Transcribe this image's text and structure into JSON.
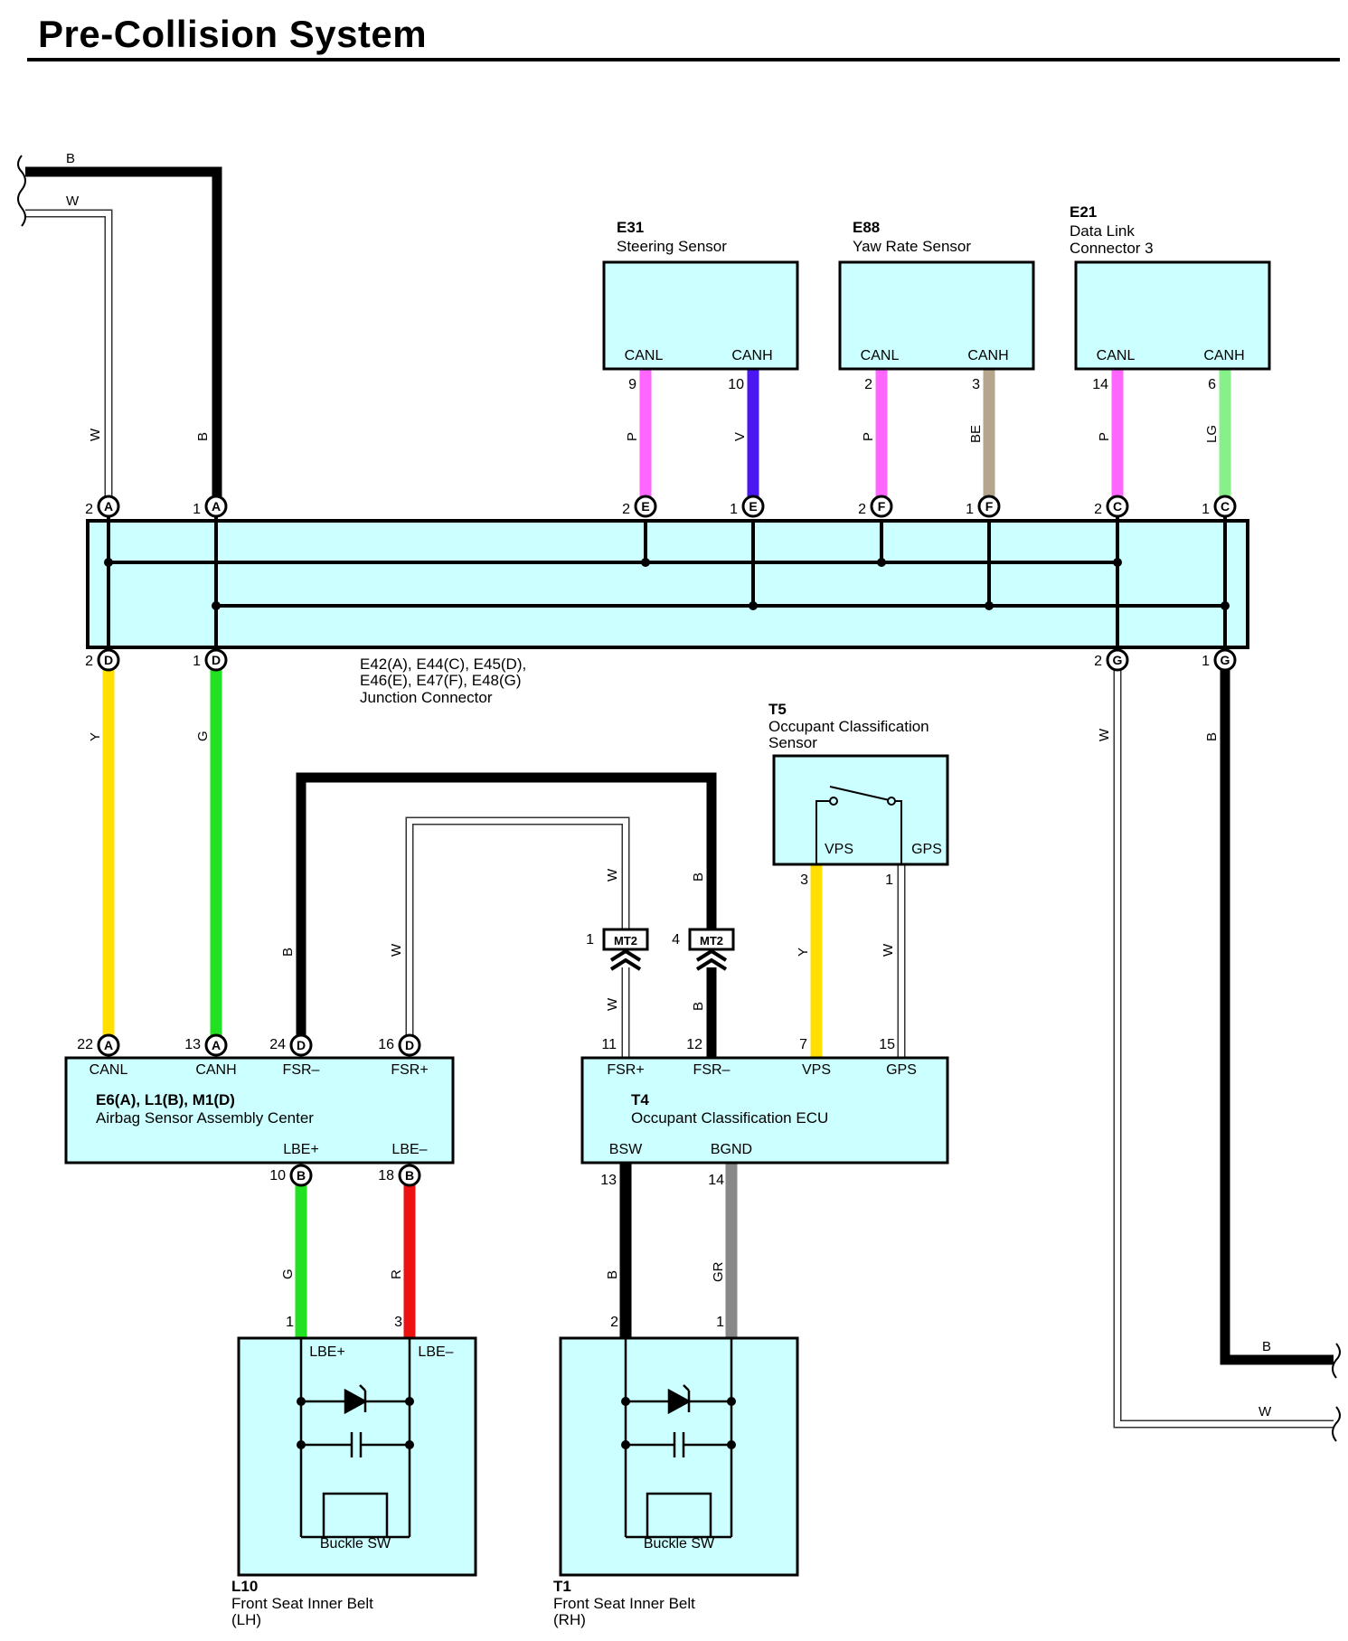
{
  "title": "Pre-Collision System",
  "colors": {
    "box_fill": "#ccffff",
    "B": "#000000",
    "W": "#ffffff",
    "P": "#ff66ff",
    "V": "#4a17f0",
    "BE": "#b5a58c",
    "LG": "#88f088",
    "Y": "#ffe000",
    "G": "#22e022",
    "R": "#ee1111",
    "GR": "#888888"
  },
  "components": {
    "e31": {
      "code": "E31",
      "name": "Steering Sensor",
      "t1": "CANL",
      "t2": "CANH",
      "p1": "9",
      "p2": "10",
      "w1": "P",
      "w2": "V"
    },
    "e88": {
      "code": "E88",
      "name": "Yaw Rate Sensor",
      "t1": "CANL",
      "t2": "CANH",
      "p1": "2",
      "p2": "3",
      "w1": "P",
      "w2": "BE"
    },
    "e21": {
      "code": "E21",
      "name1": "Data Link",
      "name2": "Connector 3",
      "t1": "CANL",
      "t2": "CANH",
      "p1": "14",
      "p2": "6",
      "w1": "P",
      "w2": "LG"
    },
    "junction": {
      "codes1": "E42(A), E44(C), E45(D),",
      "codes2": "E46(E), E47(F), E48(G)",
      "name": "Junction Connector"
    },
    "t5": {
      "code": "T5",
      "name1": "Occupant Classification",
      "name2": "Sensor",
      "t1": "VPS",
      "t2": "GPS",
      "p1": "3",
      "p2": "1"
    },
    "airbag": {
      "code": "E6(A), L1(B), M1(D)",
      "name": "Airbag Sensor Assembly Center",
      "top_terms": [
        "CANL",
        "CANH",
        "FSR–",
        "FSR+"
      ],
      "top_pins": [
        "22",
        "13",
        "24",
        "16"
      ],
      "bot_terms": [
        "LBE+",
        "LBE–"
      ],
      "bot_pins": [
        "10",
        "18"
      ]
    },
    "t4": {
      "code": "T4",
      "name": "Occupant Classification ECU",
      "top_terms": [
        "FSR+",
        "FSR–",
        "VPS",
        "GPS"
      ],
      "top_pins": [
        "11",
        "12",
        "7",
        "15"
      ],
      "bot_terms": [
        "BSW",
        "BGND"
      ],
      "bot_pins": [
        "13",
        "14"
      ]
    },
    "l10": {
      "code": "L10",
      "name1": "Front Seat Inner Belt",
      "name2": "(LH)",
      "t1": "LBE+",
      "t2": "LBE–",
      "p1": "1",
      "p2": "3",
      "sw": "Buckle SW"
    },
    "t1": {
      "code": "T1",
      "name1": "Front Seat Inner Belt",
      "name2": "(RH)",
      "p1": "2",
      "p2": "1",
      "sw": "Buckle SW"
    }
  },
  "junction_pins": {
    "top": [
      {
        "n": "2",
        "c": "A"
      },
      {
        "n": "1",
        "c": "A"
      },
      {
        "n": "2",
        "c": "E"
      },
      {
        "n": "1",
        "c": "E"
      },
      {
        "n": "2",
        "c": "F"
      },
      {
        "n": "1",
        "c": "F"
      },
      {
        "n": "2",
        "c": "C"
      },
      {
        "n": "1",
        "c": "C"
      }
    ],
    "bottom": [
      {
        "n": "2",
        "c": "D"
      },
      {
        "n": "1",
        "c": "D"
      },
      {
        "n": "2",
        "c": "G"
      },
      {
        "n": "1",
        "c": "G"
      }
    ]
  },
  "connector_mt2": {
    "label": "MT2",
    "p1": "1",
    "p2": "4"
  },
  "wire_labels": {
    "left_w": "W",
    "left_b": "B",
    "y": "Y",
    "g": "G",
    "fsr_minus_b": "B",
    "fsr_plus_w": "W",
    "mt_w": "W",
    "mt_b": "B",
    "t5_y": "Y",
    "t5_w": "W",
    "lbe_g": "G",
    "lbe_r": "R",
    "bsw_b": "B",
    "bgnd_gr": "GR",
    "right_w": "W",
    "right_b": "B"
  },
  "airbag_conn_letters": [
    "A",
    "A",
    "D",
    "D"
  ],
  "airbag_bottom_letters": [
    "B",
    "B"
  ]
}
